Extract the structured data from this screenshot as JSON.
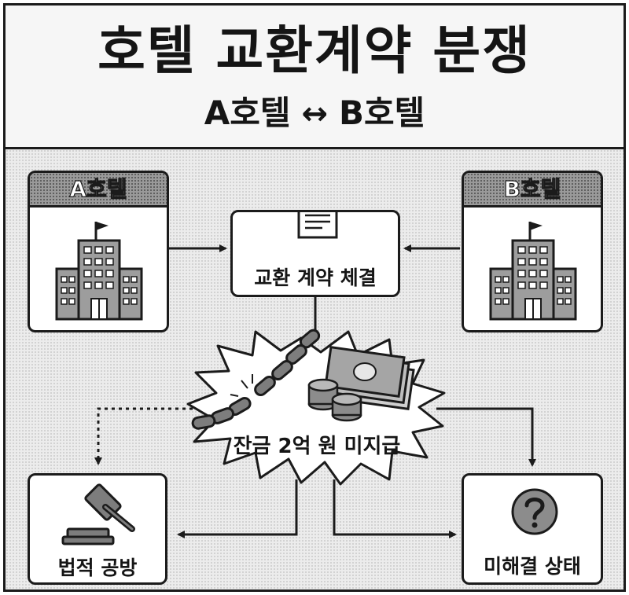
{
  "title": "호텔 교환계약 분쟁",
  "subtitle": {
    "left": "A호텔",
    "arrow": "↔",
    "right": "B호텔"
  },
  "nodes": {
    "hotel_a": {
      "label": "A호텔",
      "icon": "building-icon"
    },
    "hotel_b": {
      "label": "B호텔",
      "icon": "building-icon"
    },
    "contract": {
      "label": "교환 계약 체결",
      "icon": "document-icon"
    },
    "issue": {
      "label": "잔금 2억 원 미지급",
      "icon": "broken-chain-and-money-icon"
    },
    "lawsuit": {
      "label": "법적 공방",
      "icon": "gavel-icon"
    },
    "unresolved": {
      "label": "미해결 상태",
      "icon": "question-mark-icon"
    }
  },
  "colors": {
    "ink": "#1b1b1b",
    "header_pattern": "#9a9a9a",
    "icon_gray": "#9d9d9d",
    "background": "#ececec"
  }
}
